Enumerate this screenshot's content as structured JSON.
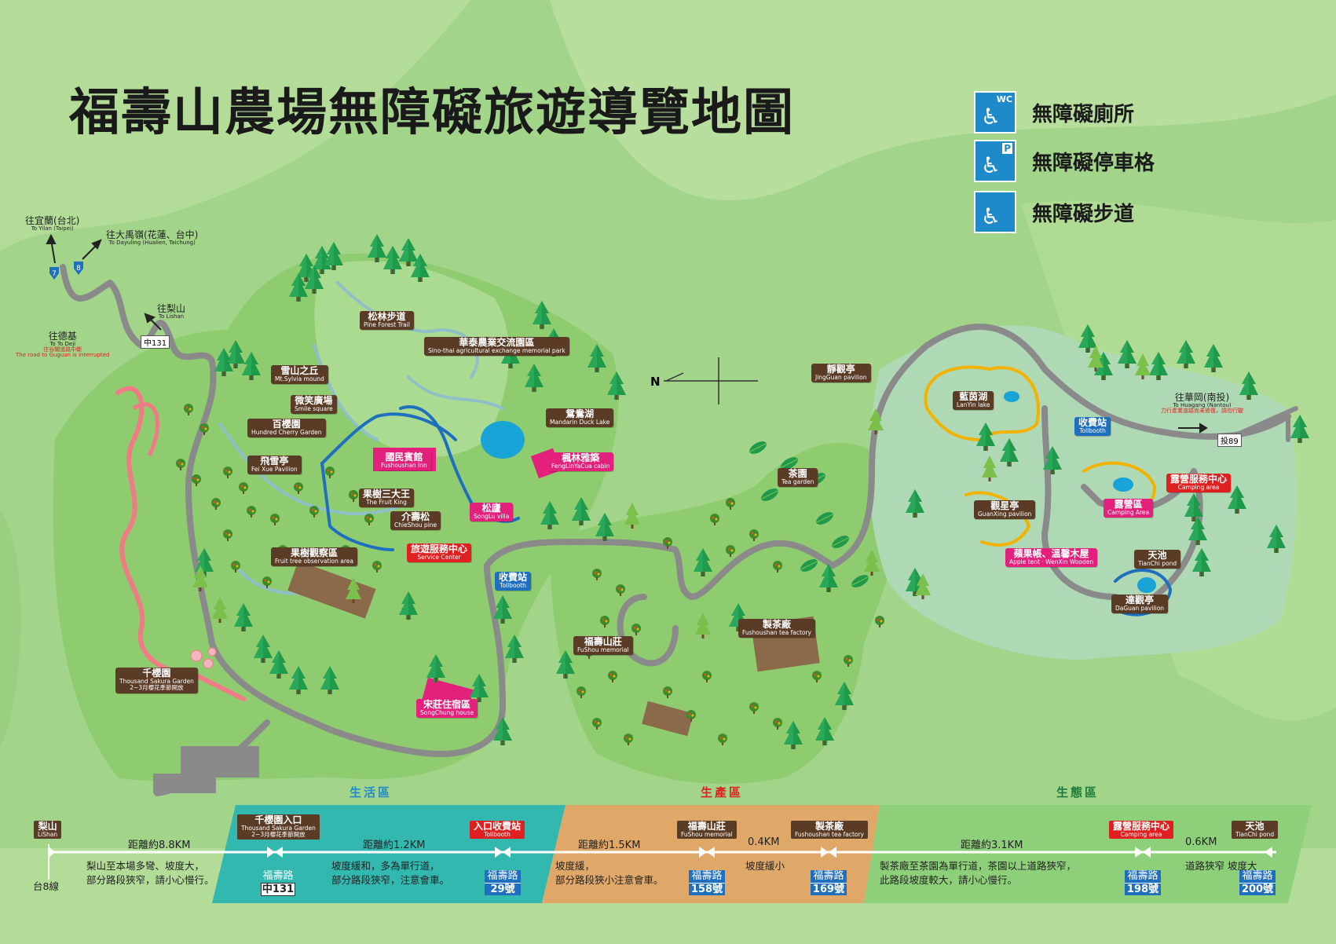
{
  "title": "福壽山農場無障礙旅遊導覽地圖",
  "legend": [
    {
      "icon": "wheelchair-wc-icon",
      "badge": "WC",
      "label": "無障礙廁所"
    },
    {
      "icon": "wheelchair-parking-icon",
      "badge": "P",
      "label": "無障礙停車格"
    },
    {
      "icon": "wheelchair-trail-icon",
      "badge": "",
      "label": "無障礙步道"
    }
  ],
  "compass": {
    "north": "N"
  },
  "directions": {
    "yilan": {
      "zh": "往宜蘭(台北)",
      "en": "To Yilan (Taipei)"
    },
    "dayuling": {
      "zh": "往大禹嶺(花蓮、台中)",
      "en": "To Dayuling (Hualien, Taichung)"
    },
    "lishan": {
      "zh": "往梨山",
      "en": "To Lishan"
    },
    "deji": {
      "zh": "往德基",
      "en": "To To Deji",
      "warn1": "往谷關道路中斷",
      "warn2": "The road to Guguan is interrupted"
    },
    "huagang": {
      "zh": "往華岡(南投)",
      "en": "To Huagang (Nantou)",
      "warn": "力行產業道路尚未修復，請勿行駛"
    },
    "route7": "7",
    "route8": "8",
    "zhong131": "中131",
    "tou89": "投89"
  },
  "places": {
    "pine_trail": {
      "zh": "松林步道",
      "en": "Pine Forest Trail"
    },
    "sino_thai": {
      "zh": "華泰農業交流園區",
      "en": "Sino-thai agricultural exchange memorial park"
    },
    "sylvia": {
      "zh": "雪山之丘",
      "en": "Mt.Sylvia mound"
    },
    "smile": {
      "zh": "微笑廣場",
      "en": "Smile square"
    },
    "hundred_cherry": {
      "zh": "百櫻園",
      "en": "Hundred Cherry Garden"
    },
    "mandarin": {
      "zh": "鴛鴦湖",
      "en": "Mandarin Duck Lake"
    },
    "inn": {
      "zh": "國民賓館",
      "en": "Fushoushan Inn"
    },
    "fengyacua": {
      "zh": "楓林雅築",
      "en": "FengLinYaCua cabin"
    },
    "feixue": {
      "zh": "飛雪亭",
      "en": "Fei Xue Pavilion"
    },
    "fruit_king": {
      "zh": "果樹三大王",
      "en": "The Fruit King"
    },
    "chieshou": {
      "zh": "介壽松",
      "en": "ChieShou pine"
    },
    "songlu": {
      "zh": "松廬",
      "en": "SongLu villa"
    },
    "fruit_obs": {
      "zh": "果樹觀察區",
      "en": "Fruit tree observation area"
    },
    "service": {
      "zh": "旅遊服務中心",
      "en": "Service Center"
    },
    "tollbooth1": {
      "zh": "收費站",
      "en": "Tollbooth"
    },
    "thousand": {
      "zh": "千櫻園",
      "en": "Thousand Sakura Garden",
      "note": "2~3月櫻花季節開放"
    },
    "songchung": {
      "zh": "宋莊住宿區",
      "en": "SongChung house"
    },
    "fushou_mem": {
      "zh": "福壽山莊",
      "en": "FuShou memorial"
    },
    "tea_factory": {
      "zh": "製茶廠",
      "en": "Fushoushan tea factory"
    },
    "tea_garden": {
      "zh": "茶園",
      "en": "Tea garden"
    },
    "jingguan": {
      "zh": "靜觀亭",
      "en": "JingGuan pavilion"
    },
    "lanyin": {
      "zh": "藍茵湖",
      "en": "LanYin lake"
    },
    "tollbooth2": {
      "zh": "收費站",
      "en": "Tollbooth"
    },
    "camping_center": {
      "zh": "露營服務中心",
      "en": "Camping area"
    },
    "guanxing": {
      "zh": "觀星亭",
      "en": "GuanXing pavilion"
    },
    "camping": {
      "zh": "露營區",
      "en": "Camping Area"
    },
    "apple_tent": {
      "zh": "蘋果帳、溫馨木屋",
      "en": "Apple tent · WenXin Wooden"
    },
    "tianchi": {
      "zh": "天池",
      "en": "TianChi pond"
    },
    "daguan": {
      "zh": "達觀亭",
      "en": "DaGuan pavilion"
    }
  },
  "timeline": {
    "zones": [
      "生活區",
      "生產區",
      "生態區"
    ],
    "zone_colors": [
      "#33b8b0",
      "#e0a868",
      "#8ed07a"
    ],
    "stops": [
      {
        "zh": "梨山",
        "en": "LiShan",
        "road": "台8線"
      },
      {
        "zh": "千櫻園入口",
        "en": "Thousand Sakura Garden",
        "note": "2~3月櫻花季節開放",
        "road_top": "福壽路",
        "road_bot": "中131"
      },
      {
        "zh": "入口收費站",
        "en": "Tollbooth",
        "road_top": "福壽路",
        "road_bot": "29號"
      },
      {
        "zh": "福壽山莊",
        "en": "FuShou memorial",
        "road_top": "福壽路",
        "road_bot": "158號"
      },
      {
        "zh": "製茶廠",
        "en": "Fushoushan tea factory",
        "road_top": "福壽路",
        "road_bot": "169號"
      },
      {
        "zh": "露營服務中心",
        "en": "Camping area",
        "road_top": "福壽路",
        "road_bot": "198號"
      },
      {
        "zh": "天池",
        "en": "TianChi pond",
        "road_top": "福壽路",
        "road_bot": "200號"
      }
    ],
    "distances": [
      "距離約8.8KM",
      "距離約1.2KM",
      "距離約1.5KM",
      "0.4KM",
      "距離約3.1KM",
      "0.6KM"
    ],
    "notes": {
      "seg1_l1": "梨山至本場多彎、坡度大，",
      "seg1_l2": "部分路段狹窄，請小心慢行。",
      "seg2_l1": "坡度緩和，多為單行道，",
      "seg2_l2": "部分路段狹窄，注意會車。",
      "seg3_l1": "坡度緩，",
      "seg3_l2": "部分路段狹小注意會車。",
      "seg4": "坡度緩小",
      "seg5_l1": "製茶廠至茶園為單行道，茶園以上道路狹窄，",
      "seg5_l2": "此路段坡度較大，請小心慢行。",
      "seg6": "道路狹窄 坡度大"
    }
  }
}
